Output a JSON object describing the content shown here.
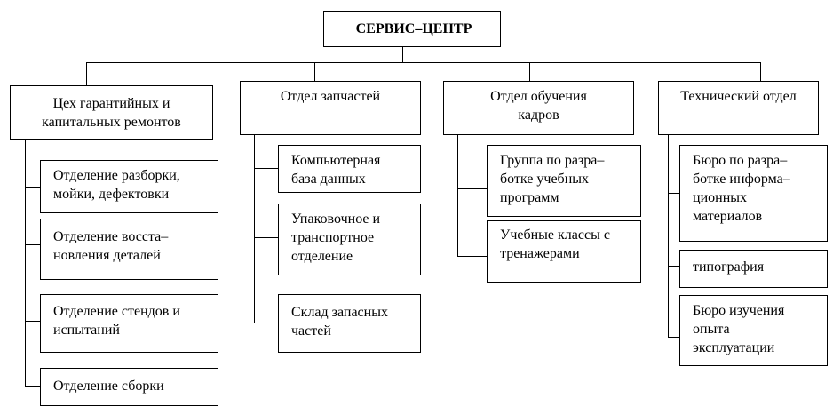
{
  "root": {
    "label": "СЕРВИС–ЦЕНТР"
  },
  "departments": [
    {
      "label": "Цех гарантийных и\nкапитальных ремонтов",
      "units": [
        "Отделение разборки,\nмойки, дефектовки",
        "Отделение восста–\nновления деталей",
        "Отделение стендов и\nиспытаний",
        "Отделение сборки"
      ]
    },
    {
      "label": "Отдел запчастей",
      "units": [
        "Компьютерная\nбаза данных",
        "Упаковочное и\nтранспортное\nотделение",
        "Склад запасных\nчастей"
      ]
    },
    {
      "label": "Отдел обучения\nкадров",
      "units": [
        "Группа по разра–\nботке учебных\nпрограмм",
        "Учебные классы с\nтренажерами"
      ]
    },
    {
      "label": "Технический отдел",
      "units": [
        "Бюро по разра–\nботке информа–\nционных\nматериалов",
        "типография",
        "Бюро изучения\nопыта\nэксплуатации"
      ]
    }
  ]
}
